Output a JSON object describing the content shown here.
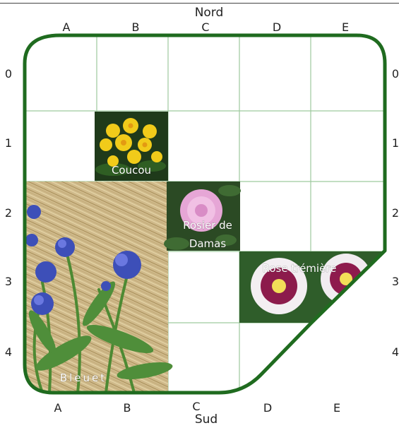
{
  "compass": {
    "north": "Nord",
    "south": "Sud"
  },
  "columns": [
    "A",
    "B",
    "C",
    "D",
    "E"
  ],
  "rows": [
    "0",
    "1",
    "2",
    "3",
    "4"
  ],
  "plants": {
    "coucou": {
      "label": "Coucou",
      "cell": "B1"
    },
    "rosier": {
      "label_line1": "Rosier de",
      "label_line2": "Damas",
      "cell": "C2"
    },
    "rose_tremiere": {
      "label": "Rose trémière",
      "cells": [
        "D3",
        "E3"
      ]
    },
    "bleuet": {
      "label": "Bleuet",
      "cells": [
        "A2",
        "A3",
        "A4",
        "B2",
        "B3",
        "B4"
      ]
    }
  },
  "colors": {
    "border": "#1f6b1f",
    "grid": "#9ec99e",
    "straw": "#cbb47a",
    "leaf": "#3f7d2c"
  }
}
